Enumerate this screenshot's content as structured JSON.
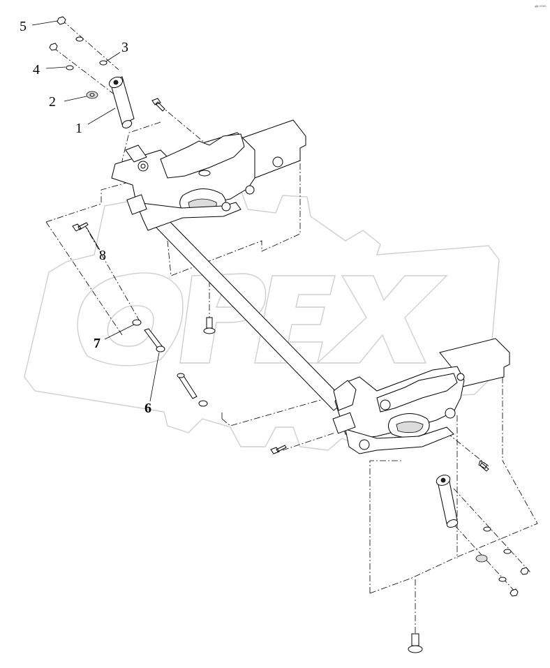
{
  "diagram": {
    "watermark_text": "OPEX",
    "corner_mark": "ᵃᴹ ⁰⁰⁰⁰",
    "callouts": [
      {
        "id": "c5",
        "label": "5"
      },
      {
        "id": "c4",
        "label": "4"
      },
      {
        "id": "c3",
        "label": "3"
      },
      {
        "id": "c2",
        "label": "2"
      },
      {
        "id": "c1",
        "label": "1"
      },
      {
        "id": "c8",
        "label": "8"
      },
      {
        "id": "c7",
        "label": "7"
      },
      {
        "id": "c6",
        "label": "6"
      }
    ]
  }
}
